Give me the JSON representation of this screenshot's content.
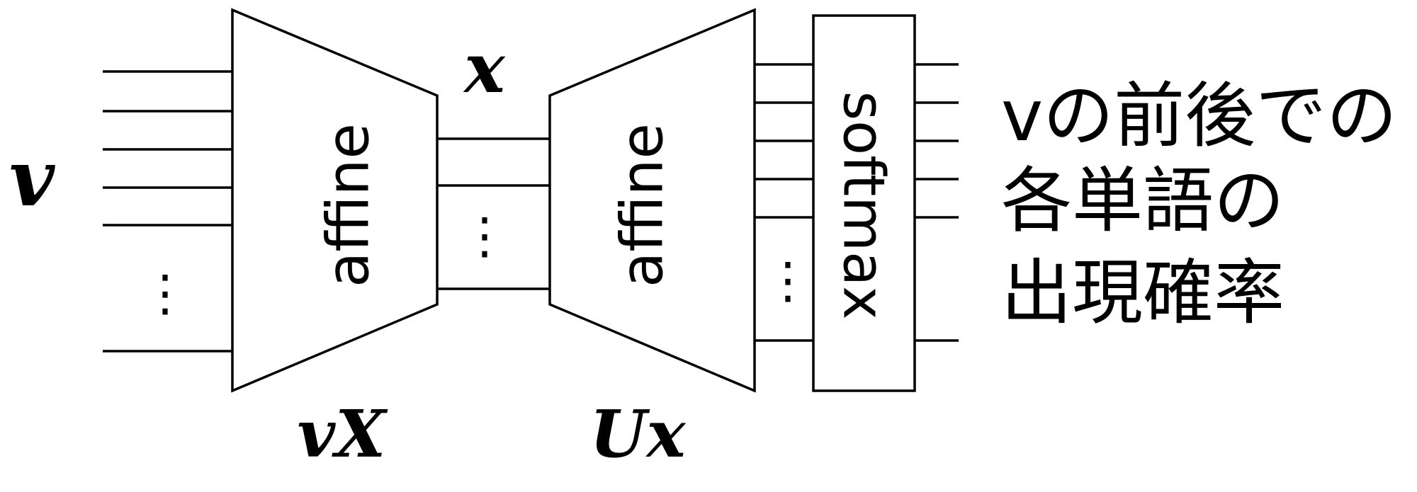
{
  "input_label": "v",
  "hidden_label": "x",
  "encoder": {
    "label": "affine",
    "formula": "vX"
  },
  "decoder": {
    "label": "affine",
    "formula": "Ux"
  },
  "output_layer": {
    "label": "softmax"
  },
  "ellipsis": "⋮",
  "output_description": {
    "line1": "vの前後での",
    "line2": "各単語の",
    "line3": "出現確率"
  },
  "colors": {
    "stroke": "#000000",
    "background": "#ffffff"
  }
}
